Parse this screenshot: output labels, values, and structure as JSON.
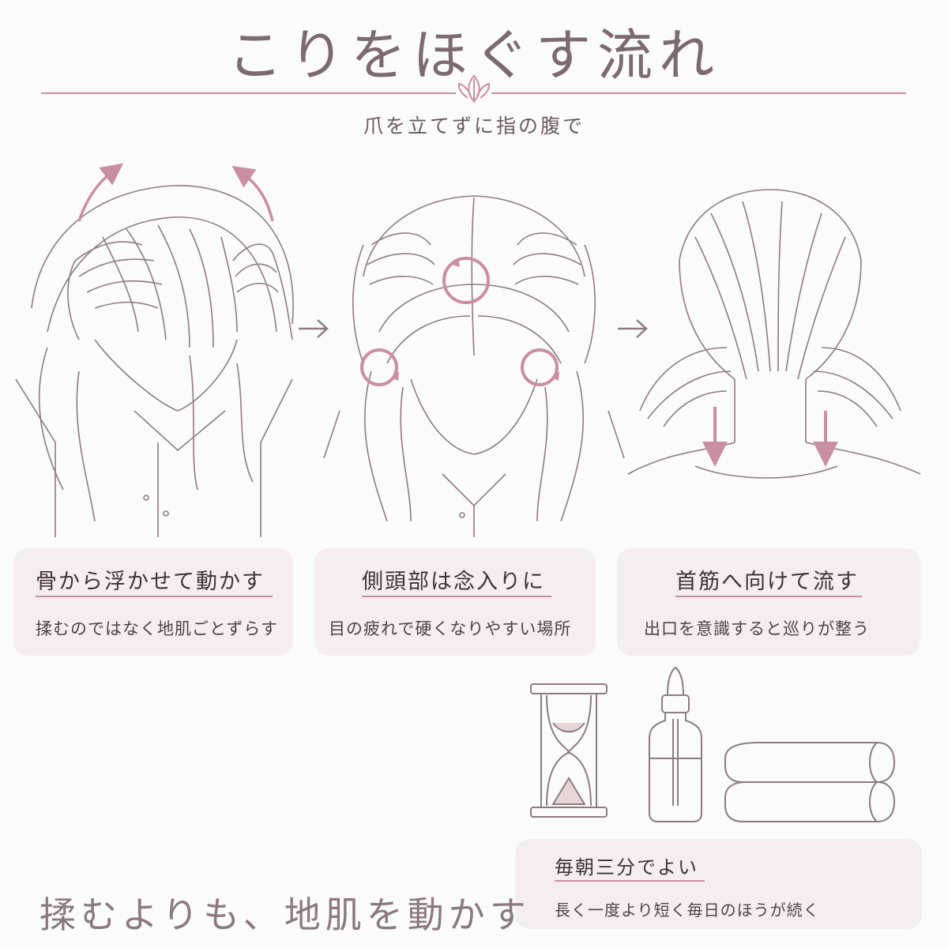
{
  "header": {
    "title": "こりをほぐす流れ",
    "subtitle": "爪を立てずに指の腹で"
  },
  "steps": [
    {
      "title": "骨から浮かせて動かす",
      "desc": "揉むのではなく地肌ごとずらす"
    },
    {
      "title": "側頭部は念入りに",
      "desc": "目の疲れで硬くなりやすい場所"
    },
    {
      "title": "首筋へ向けて流す",
      "desc": "出口を意識すると巡りが整う"
    }
  ],
  "tip": {
    "title": "毎朝三分でよい",
    "desc": "長く一度より短く毎日のほうが続く"
  },
  "tagline": "揉むよりも、地肌を動かす",
  "colors": {
    "accent": "#c98ea4",
    "line": "#8c7c80",
    "card": "#f5eef0"
  },
  "icons": [
    "hourglass-icon",
    "dropper-bottle-icon",
    "folded-towel-icon",
    "leaf-ornament-icon",
    "right-arrow-icon"
  ]
}
